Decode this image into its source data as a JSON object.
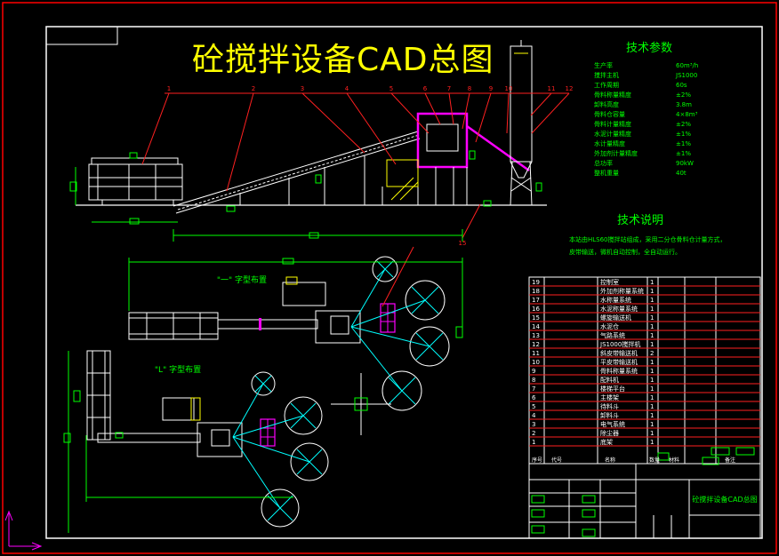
{
  "drawing": {
    "title": "砼搅拌设备CAD总图",
    "colors": {
      "background": "#000000",
      "frame": "#ff0000",
      "outline": "#ffffff",
      "structure": "#ffffff",
      "dimension": "#00ff00",
      "leader": "#ff2020",
      "magenta": "#ff00ff",
      "cyan": "#00ffff",
      "yellow": "#ffff00"
    },
    "params_title": "技术参数",
    "params": [
      {
        "label": "生产率",
        "value": "60m³/h"
      },
      {
        "label": "搅拌主机",
        "value": "JS1000"
      },
      {
        "label": "工作周期",
        "value": "60s"
      },
      {
        "label": "骨料称量精度",
        "value": "±2%"
      },
      {
        "label": "卸料高度",
        "value": "3.8m"
      },
      {
        "label": "骨料仓容量",
        "value": "4×8m³"
      },
      {
        "label": "骨料计量精度",
        "value": "±2%"
      },
      {
        "label": "水泥计量精度",
        "value": "±1%"
      },
      {
        "label": "水计量精度",
        "value": "±1%"
      },
      {
        "label": "外加剂计量精度",
        "value": "±1%"
      },
      {
        "label": "总功率",
        "value": "90kW"
      },
      {
        "label": "整机重量",
        "value": "40t"
      }
    ],
    "notes_title": "技术说明",
    "notes": [
      "本站由HLS60搅拌站组成，采用二分仓骨料仓计量方式，",
      "皮带输送，微机自动控制，全自动运行。"
    ],
    "layout1_label": "\"一\" 字型布置",
    "layout2_label": "\"L\" 字型布置",
    "part_numbers": [
      "1",
      "2",
      "3",
      "4",
      "5",
      "6",
      "7",
      "8",
      "9",
      "10",
      "11",
      "12",
      "15"
    ],
    "bom_rows": [
      {
        "no": "19",
        "name": "控制室",
        "qty": "1"
      },
      {
        "no": "18",
        "name": "外加剂称量系统",
        "qty": "1"
      },
      {
        "no": "17",
        "name": "水称量系统",
        "qty": "1"
      },
      {
        "no": "16",
        "name": "水泥称量系统",
        "qty": "1"
      },
      {
        "no": "15",
        "name": "螺旋输送机",
        "qty": "1"
      },
      {
        "no": "14",
        "name": "水泥仓",
        "qty": "1"
      },
      {
        "no": "13",
        "name": "气路系统",
        "qty": "1"
      },
      {
        "no": "12",
        "name": "JS1000搅拌机",
        "qty": "1"
      },
      {
        "no": "11",
        "name": "斜皮带输送机",
        "qty": "2"
      },
      {
        "no": "10",
        "name": "平皮带输送机",
        "qty": "1"
      },
      {
        "no": "9",
        "name": "骨料称量系统",
        "qty": "1"
      },
      {
        "no": "8",
        "name": "配料机",
        "qty": "1"
      },
      {
        "no": "7",
        "name": "楼梯平台",
        "qty": "1"
      },
      {
        "no": "6",
        "name": "主楼架",
        "qty": "1"
      },
      {
        "no": "5",
        "name": "待料斗",
        "qty": "1"
      },
      {
        "no": "4",
        "name": "卸料斗",
        "qty": "1"
      },
      {
        "no": "3",
        "name": "电气系统",
        "qty": "1"
      },
      {
        "no": "2",
        "name": "除尘器",
        "qty": "1"
      },
      {
        "no": "1",
        "name": "底架",
        "qty": "1"
      }
    ],
    "bom_header": [
      "序号",
      "代号",
      "名称",
      "数量",
      "材料",
      "备注"
    ],
    "title_block_name": "砼搅拌设备CAD总图"
  }
}
